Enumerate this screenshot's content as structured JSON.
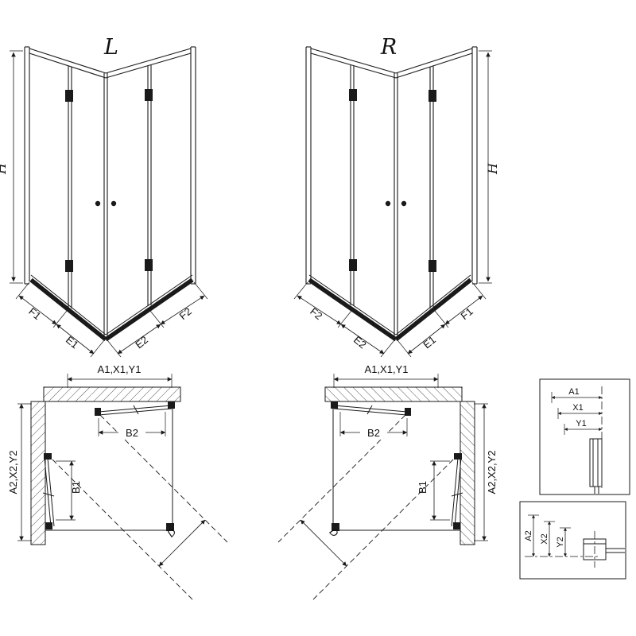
{
  "drawing": {
    "iso_left": {
      "title": "L",
      "height": "H",
      "bottom_dims": [
        "F1",
        "E1",
        "E2",
        "F2"
      ]
    },
    "iso_right": {
      "title": "R",
      "height": "H",
      "bottom_dims": [
        "F2",
        "E2",
        "E1",
        "F1"
      ]
    },
    "plan_left": {
      "width_dim": "A1,X1,Y1",
      "depth_dim": "A2,X2,Y2",
      "door_width": "B2",
      "door_depth": "B1",
      "entry": "D"
    },
    "plan_right": {
      "width_dim": "A1,X1,Y1",
      "depth_dim": "A2,X2,Y2",
      "door_width": "B2",
      "door_depth": "B1",
      "entry": "D"
    },
    "detail_width": {
      "dims": [
        "A1",
        "X1",
        "Y1"
      ]
    },
    "detail_depth": {
      "dims": [
        "A2",
        "X2",
        "Y2"
      ]
    },
    "colors": {
      "line": "#1a1a1a",
      "background": "#ffffff"
    }
  }
}
